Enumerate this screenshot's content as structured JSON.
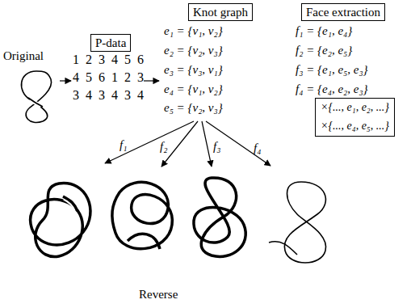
{
  "diagram": {
    "nodes": [
      {
        "text": [
          "P-data"
        ]
      },
      {
        "text": [
          "Knot graph"
        ]
      },
      {
        "text": [
          "Face extraction"
        ]
      },
      {
        "text": [
          "×{..., e₁, e₂, ...}",
          "×{..., e₄, e₅, ...}"
        ]
      }
    ],
    "labels": [
      "Original",
      "1 2 3 4 5 6",
      "4 5 6 1 2 3",
      "3 4 3 4 3 4",
      "e₁ = {v₁, v₂}",
      "e₂ = {v₂, v₃}",
      "e₃ = {v₃, v₁}",
      "e₄ = {v₁, v₂}",
      "e₅ = {v₂, v₃}",
      "f₁ = {e₁, e₄}",
      "f₂ = {e₂, e₅}",
      "f₃ = {e₁, e₅, e₃}",
      "f₄ = {e₄, e₂, e₃}",
      "f₁",
      "f₂",
      "f₃",
      "f₄",
      "Reverse"
    ]
  }
}
